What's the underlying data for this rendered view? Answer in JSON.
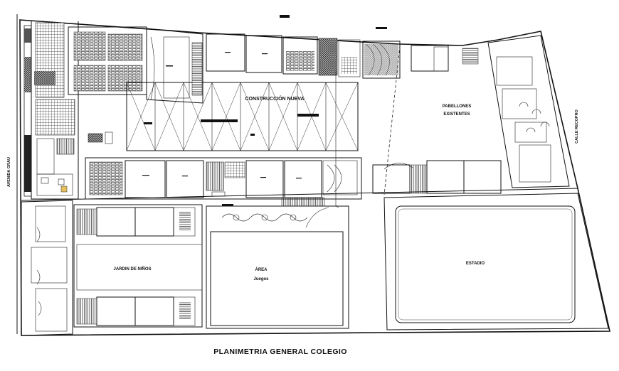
{
  "labels": {
    "construction": "CONSTRUCCIÓN NUEVA",
    "pavilions_line1": "PABELLONES",
    "pavilions_line2": "EXISTENTES",
    "kindergarten": "JARDIN DE NIÑOS",
    "games_area_line1": "ÁREA",
    "games_area_line2": "Juegos",
    "stadium": "ESTADIO",
    "avenue": "AVENIDA GRAU",
    "street": "CALLE RECOPRO"
  },
  "title": "PLANIMETRIA GENERAL COLEGIO"
}
